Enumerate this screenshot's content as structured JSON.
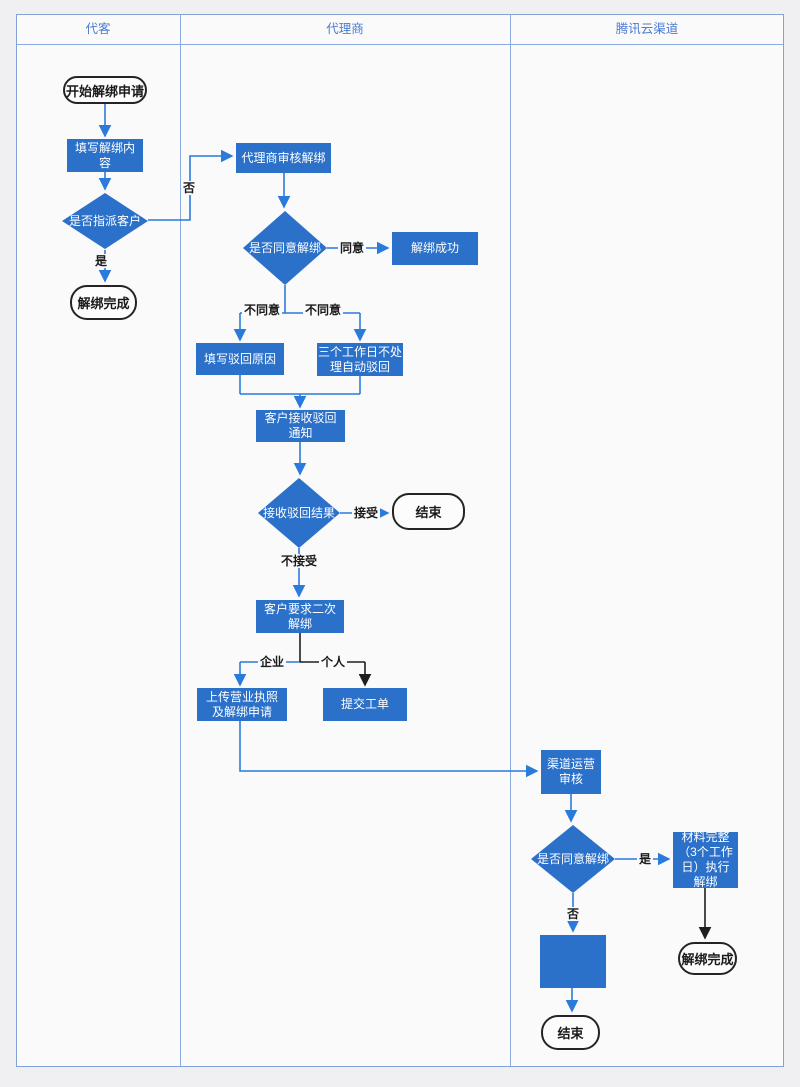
{
  "lanes": [
    {
      "label": "代客"
    },
    {
      "label": "代理商"
    },
    {
      "label": "腾讯云渠道"
    }
  ],
  "nodes": {
    "start": "开始解绑申请",
    "fill_content": "填写解绑内\n容",
    "assign_customer": "是否指派客户",
    "unbind_done_left": "解绑完成",
    "agent_review": "代理商审核解绑",
    "agree_unbind": "是否同意解绑",
    "unbind_success": "解绑成功",
    "fill_reject_reason": "填写驳回原因",
    "auto_reject": "三个工作日不处\n理自动驳回",
    "receive_reject_notice": "客户接收驳回\n通知",
    "receive_reject_result": "接收驳回结果",
    "end_accept": "结束",
    "second_unbind": "客户要求二次\n解绑",
    "upload_license": "上传营业执照\n及解绑申请",
    "submit_ticket": "提交工单",
    "channel_review": "渠道运营\n审核",
    "channel_agree": "是否同意解绑",
    "material_complete": "材料完整\n（3个工作\n日）执行\n解绑",
    "unbind_done_right": "解绑完成",
    "end_final": "结束"
  },
  "edge_labels": {
    "no_assign": "否",
    "yes_assign": "是",
    "agree": "同意",
    "disagree_left": "不同意",
    "disagree_right": "不同意",
    "accept": "接受",
    "not_accept": "不接受",
    "company": "企业",
    "personal": "个人",
    "yes_channel": "是",
    "no_channel": "否"
  },
  "edges": [
    {
      "from": "start",
      "to": "fill_content",
      "label": ""
    },
    {
      "from": "fill_content",
      "to": "assign_customer",
      "label": ""
    },
    {
      "from": "assign_customer",
      "to": "unbind_done_left",
      "label": "是"
    },
    {
      "from": "assign_customer",
      "to": "agent_review",
      "label": "否"
    },
    {
      "from": "agent_review",
      "to": "agree_unbind",
      "label": ""
    },
    {
      "from": "agree_unbind",
      "to": "unbind_success",
      "label": "同意"
    },
    {
      "from": "agree_unbind",
      "to": "fill_reject_reason",
      "label": "不同意"
    },
    {
      "from": "agree_unbind",
      "to": "auto_reject",
      "label": "不同意"
    },
    {
      "from": "fill_reject_reason",
      "to": "receive_reject_notice",
      "label": ""
    },
    {
      "from": "auto_reject",
      "to": "receive_reject_notice",
      "label": ""
    },
    {
      "from": "receive_reject_notice",
      "to": "receive_reject_result",
      "label": ""
    },
    {
      "from": "receive_reject_result",
      "to": "end_accept",
      "label": "接受"
    },
    {
      "from": "receive_reject_result",
      "to": "second_unbind",
      "label": "不接受"
    },
    {
      "from": "second_unbind",
      "to": "upload_license",
      "label": "企业"
    },
    {
      "from": "second_unbind",
      "to": "submit_ticket",
      "label": "个人"
    },
    {
      "from": "upload_license",
      "to": "channel_review",
      "label": ""
    },
    {
      "from": "channel_review",
      "to": "channel_agree",
      "label": ""
    },
    {
      "from": "channel_agree",
      "to": "material_complete",
      "label": "是"
    },
    {
      "from": "channel_agree",
      "to": "material_incomplete",
      "label": "否"
    },
    {
      "from": "material_complete",
      "to": "unbind_done_right",
      "label": ""
    },
    {
      "from": "material_incomplete",
      "to": "end_final",
      "label": ""
    }
  ],
  "colors": {
    "node_blue": "#2B70C9",
    "line_blue": "#2B7BDB",
    "line_black": "#1F1F1F",
    "lane_border": "#8AABDF",
    "header_text": "#4C7BD0",
    "canvas_bg": "#FAFAFB",
    "page_bg": "#F0F0F2"
  }
}
